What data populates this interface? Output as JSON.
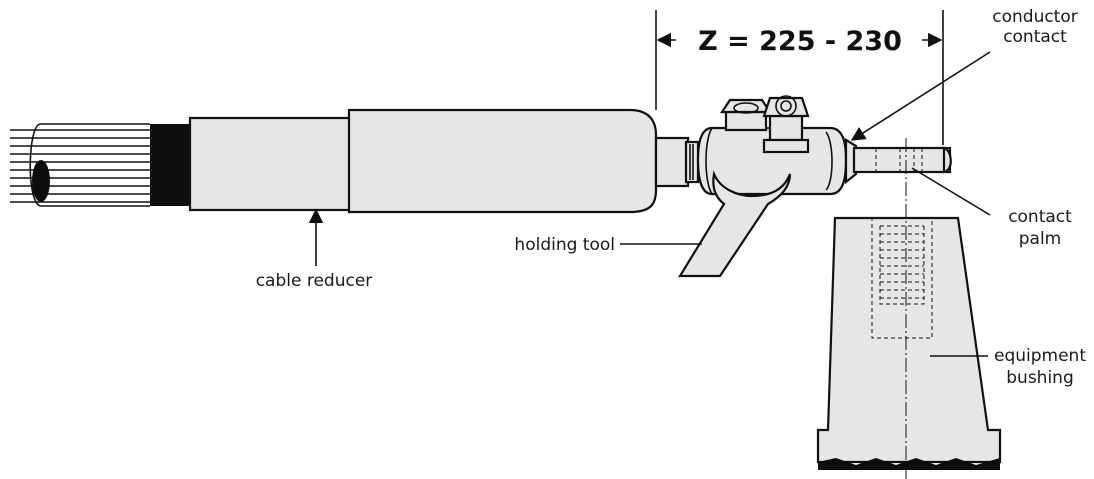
{
  "dimension": {
    "text": "Z = 225 - 230"
  },
  "labels": {
    "conductor_contact": [
      "conductor",
      "contact"
    ],
    "contact_palm": [
      "contact",
      "palm"
    ],
    "holding_tool": "holding tool",
    "cable_reducer": "cable reducer",
    "equipment_bushing": [
      "equipment",
      "bushing"
    ]
  },
  "colors": {
    "fill": "#e6e6e6",
    "stroke": "#111111",
    "black_band": "#0d0d0d"
  }
}
